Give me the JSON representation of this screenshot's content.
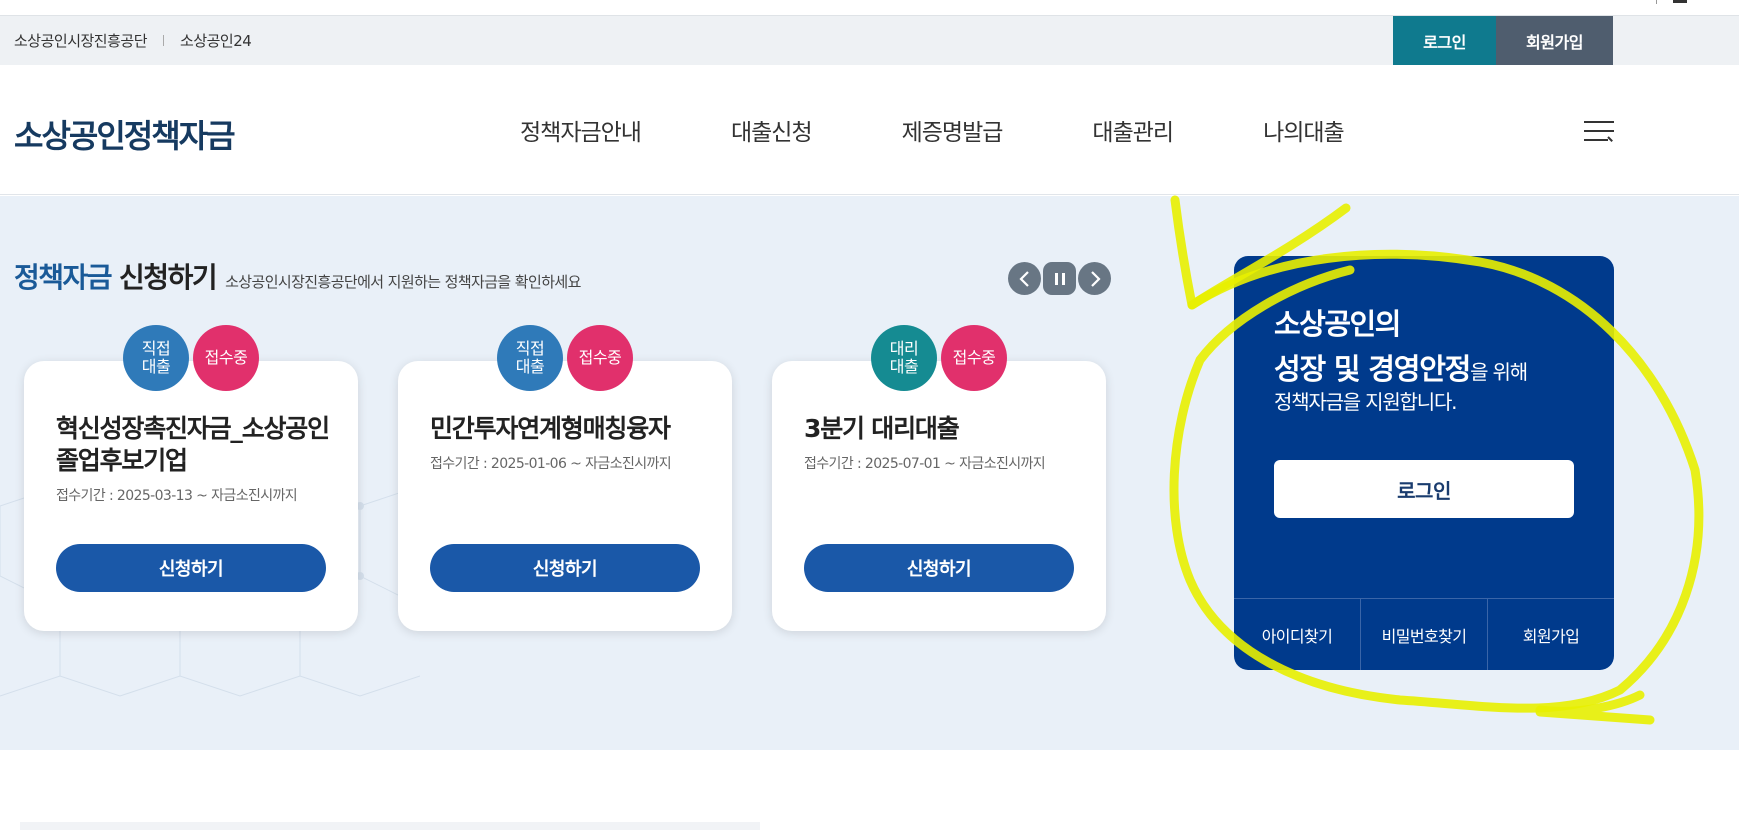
{
  "utility": {
    "links": [
      "소상공인시장진흥공단",
      "소상공인24"
    ],
    "login_label": "로그인",
    "join_label": "회원가입"
  },
  "header": {
    "logo": "소상공인정책자금",
    "nav": [
      "정책자금안내",
      "대출신청",
      "제증명발급",
      "대출관리",
      "나의대출"
    ],
    "menu_icon": "hamburger-menu-icon"
  },
  "section": {
    "title_highlight": "정책자금",
    "title_rest": "신청하기",
    "description": "소상공인시장진흥공단에서 지원하는 정책자금을 확인하세요",
    "controls": [
      "chevron-left-icon",
      "pause-icon",
      "chevron-right-icon"
    ]
  },
  "cards": [
    {
      "badge_type": "직접\n대출",
      "badge_status": "접수중",
      "title": "혁신성장촉진자금_소상공인 졸업후보기업",
      "period": "접수기간 : 2025-03-13 ~ 자금소진시까지",
      "apply_label": "신청하기"
    },
    {
      "badge_type": "직접\n대출",
      "badge_status": "접수중",
      "title": "민간투자연계형매칭융자",
      "period": "접수기간 : 2025-01-06 ~ 자금소진시까지",
      "apply_label": "신청하기"
    },
    {
      "badge_type": "대리\n대출",
      "badge_status": "접수중",
      "title": "3분기 대리대출",
      "period": "접수기간 : 2025-07-01 ~ 자금소진시까지",
      "apply_label": "신청하기"
    }
  ],
  "loginbox": {
    "line1": "소상공인의",
    "line2_bold": "성장 및 경영안정",
    "line2_normal": "을 위해",
    "line3": "정책자금을 지원합니다.",
    "login_label": "로그인",
    "links": [
      "아이디찾기",
      "비밀번호찾기",
      "회원가입"
    ]
  },
  "colors": {
    "utility_bg": "#eef1f4",
    "login_teal": "#0f7a8e",
    "join_gray": "#4f5d6e",
    "visual_bg": "#e9f0f8",
    "primary_blue": "#1a58a8",
    "loginbox_navy": "#003a8c",
    "badge_blue": "#2f7ab9",
    "badge_teal": "#158b92",
    "badge_pink": "#e1306c",
    "annotation_yellow": "#e8f000"
  }
}
